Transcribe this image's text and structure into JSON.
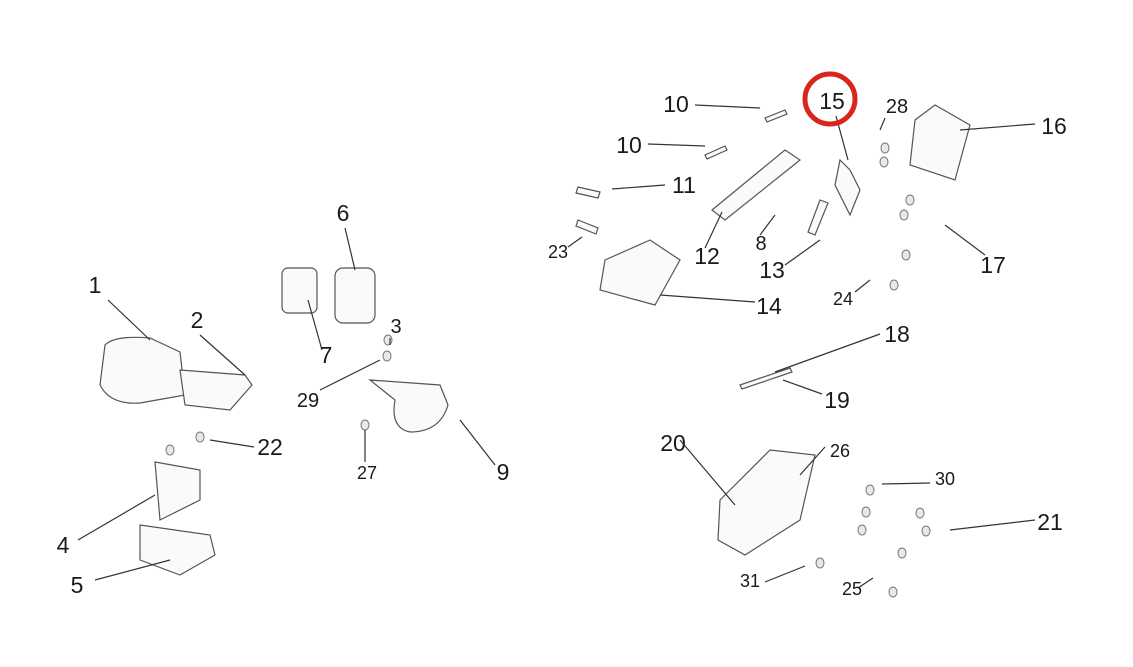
{
  "diagram": {
    "highlight_color": "#d9261c",
    "highlighted_label": "15",
    "labels": [
      "1",
      "2",
      "3",
      "4",
      "5",
      "6",
      "7",
      "8",
      "9",
      "10",
      "10",
      "11",
      "12",
      "13",
      "14",
      "15",
      "16",
      "17",
      "18",
      "19",
      "20",
      "21",
      "22",
      "23",
      "24",
      "25",
      "26",
      "27",
      "28",
      "29",
      "30",
      "31"
    ]
  }
}
